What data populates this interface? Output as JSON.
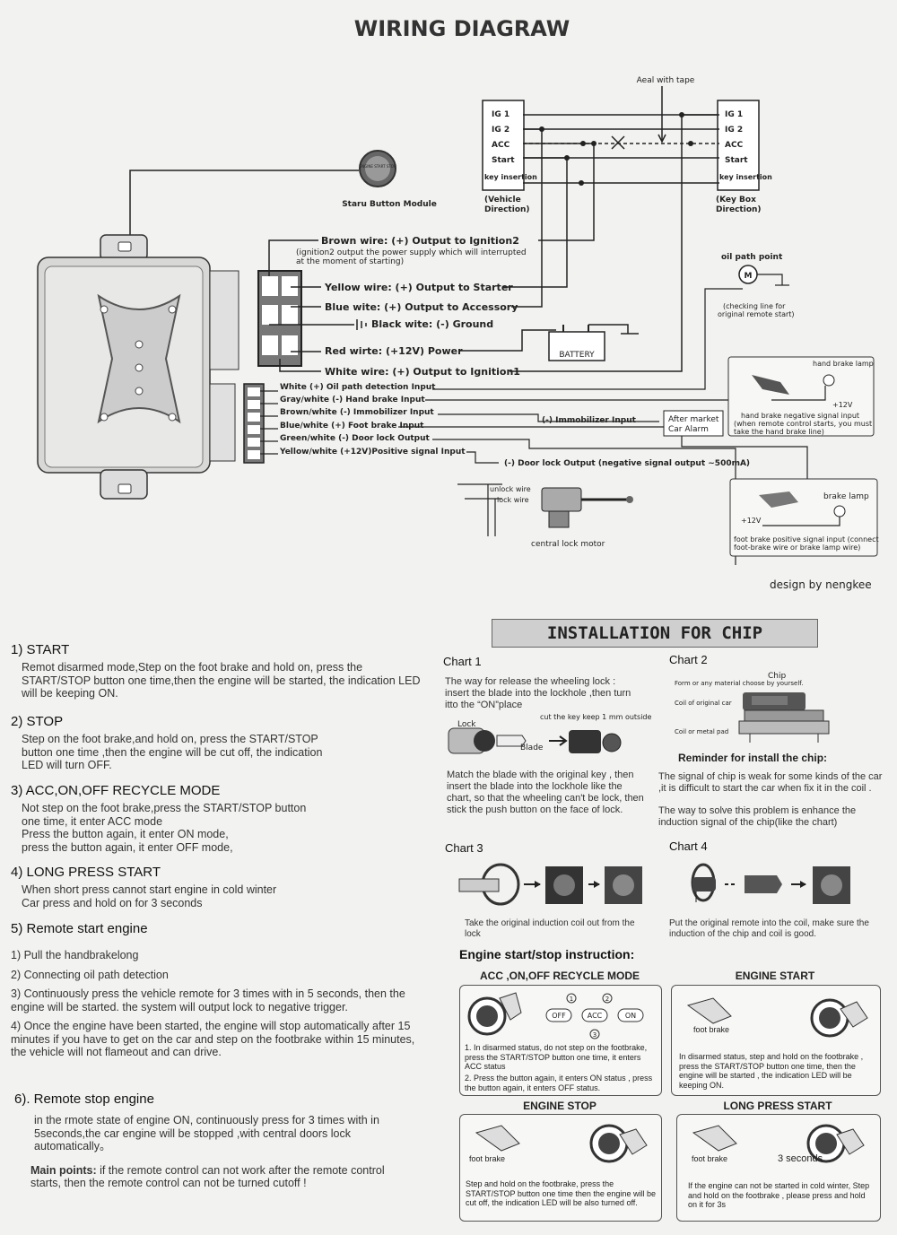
{
  "header": {
    "title": "WIRING   DIAGRAW",
    "credit": "design  by nengkee"
  },
  "wiring": {
    "button_module": "Staru Button Module",
    "button_face_text": "ENGINE START STOP",
    "seal_note": "Aeal with tape",
    "vehicle_box": {
      "rows": [
        "IG 1",
        "IG 2",
        "ACC",
        "Start",
        "key insertion"
      ],
      "caption_1": "(Vehicle",
      "caption_2": "Direction)"
    },
    "keybox": {
      "rows": [
        "IG 1",
        "IG 2",
        "ACC",
        "Start",
        "key insertion"
      ],
      "caption_1": "(Key Box",
      "caption_2": "Direction)"
    },
    "wires_top": [
      "Brown wire:  (+) Output to Ignition2",
      "Yellow wire:  (+) Output to Starter",
      "Blue wite:  (+) Output to Accessory",
      "Black wite: (-) Ground",
      "Red wirte:  (+12V) Power",
      "White wire: (+) Output to Ignition1"
    ],
    "brown_note_1": "(ignition2 output the power supply which will interrupted",
    "brown_note_2": "at the moment of starting)",
    "battery": "BATTERY",
    "oil_point": "oil path point",
    "oil_motor": "M",
    "oil_note_1": "(checking line for",
    "oil_note_2": "original remote start)",
    "wires_bottom": [
      "White  (+) Oil path detection Input",
      "Gray/white  (-) Hand brake Input",
      "Brown/white  (-) Immobilizer Input",
      "Blue/white  (+) Foot brake Input",
      "Green/white  (-) Door lock Output",
      "Yellow/white  (+12V)Positive signal Input"
    ],
    "handbrake_lamp": "hand brake lamp",
    "handbrake_note_1": "hand brake negative signal input",
    "handbrake_note_2": "(when remote control starts, you must",
    "handbrake_note_3": "take the hand brake line)",
    "plus12": "+12V",
    "immobilizer_input": "(-) Immobilizer Input",
    "aftermarket_1": "After market",
    "aftermarket_2": "Car Alarm",
    "doorlock_output": "(-) Door lock Output (negative signal output ~500mA)",
    "unlock_wire": "unlock wire",
    "lock_wire": "lock wire",
    "central_lock": "central lock motor",
    "brake_lamp": "brake lamp",
    "footbrake_note_1": "foot brake positive signal input (connect",
    "footbrake_note_2": "foot-brake wire or brake lamp wire)"
  },
  "instructions": {
    "start_title": "1) START",
    "start_text": "Remot disarmed mode,Step on the foot brake and hold on, press the START/STOP button one time,then the engine will be started, the indication LED will be keeping ON.",
    "stop_title": "2) STOP",
    "stop_text": "Step on the foot brake,and hold on, press the START/STOP button one time ,then the engine will be cut off, the indication LED will turn OFF.",
    "acc_title": "3) ACC,ON,OFF RECYCLE MODE",
    "acc_text_1": "Not step on the foot brake,press the START/STOP button one time, it enter ACC mode",
    "acc_text_2": "Press the button again, it enter ON mode,",
    "acc_text_3": "press the button again, it enter OFF mode,",
    "long_title": "4) LONG PRESS START",
    "long_text_1": "When short press cannot start engine in cold winter",
    "long_text_2": "Car press and hold on for 3 seconds",
    "remote_start_title": "5) Remote start engine",
    "remote_start_steps": [
      "1)  Pull the handbrakelong",
      "2)  Connecting  oil path detection",
      "3)  Continuously press the vehicle remote   for 3 times with in 5 seconds,  then the engine will be started. the system will output lock to negative trigger.",
      "4)  Once the engine have been started, the engine will stop automatically after 15 minutes if you have to get on the car and step on the footbrake within 15 minutes, the vehicle will  not flameout and can drive."
    ],
    "remote_stop_title": "6). Remote stop engine",
    "remote_stop_text": "in the rmote state of engine ON, continuously press   for 3 times with in 5seconds,the car engine will be stopped ,with central doors lock automatically。",
    "main_points_label": "Main points:",
    "main_points_text": " if the remote control can not work after the remote control starts, then the remote control can not be turned cutoff !"
  },
  "chip": {
    "banner": "INSTALLATION FOR CHIP",
    "chart1_title": "Chart  1",
    "chart1_text": "The way for release the wheeling lock : insert the blade into the lockhole ,then turn  itto the “ON”place",
    "chart1_cut": "cut the key keep 1 mm outside",
    "chart1_lock": "Lock",
    "chart1_blade": "Blade",
    "chart1_text2": "Match the blade with the original key , then insert the blade into the lockhole like the chart, so that the wheeling can't be lock, then stick the push button on the face of lock.",
    "chart2_title": "Chart  2",
    "chart2_chip": "Chip",
    "chart2_form": "Form or any material choose by yourself.",
    "chart2_coil": "Coil of original car",
    "chart2_metal": "Coil or metal pad",
    "reminder_title": "Reminder for install the chip:",
    "reminder_text_1": "The signal of chip is weak for some kinds of the car ,it is difficult to start the car when fix it in the coil .",
    "reminder_text_2": "The way to solve this problem is enhance the induction signal of the chip(like the chart)",
    "chart3_title": "Chart  3",
    "chart3_text": "Take the original induction coil  out from the lock",
    "chart4_title": "Chart  4",
    "chart4_text": "Put the original remote into the coil, make sure the induction of the chip and coil is good."
  },
  "engine": {
    "title": "Engine start/stop  instruction:",
    "acc_panel": {
      "title": "ACC ,ON,OFF RECYCLE MODE",
      "states": [
        "OFF",
        "ACC",
        "ON"
      ],
      "nums": [
        "1",
        "2",
        "3"
      ],
      "text_1": "1. In disarmed status, do not step on the footbrake, press the START/STOP button one time, it enters ACC  status",
      "text_2": "2. Press the button again, it enters ON status , press the button again, it enters OFF status."
    },
    "start_panel": {
      "title": "ENGINE START",
      "foot": "foot brake",
      "text": "In disarmed status, step and  hold on the footbrake , press the START/STOP button one time, then the engine will be started , the indication LED will be keeping ON."
    },
    "stop_panel": {
      "title": "ENGINE STOP",
      "foot": "foot brake",
      "text": "Step and hold on the footbrake, press the START/STOP button one time then the engine will be cut off, the indication LED will be also turned  off."
    },
    "long_panel": {
      "title": "LONG PRESS START",
      "foot": "foot brake",
      "seconds": "3 seconds",
      "text": "If the engine can not be started in cold winter, Step and hold on the footbrake , please press and hold on it for 3s"
    }
  },
  "colors": {
    "ink": "#222222",
    "paper": "#f2f2f0",
    "banner": "#cfcfcf"
  }
}
